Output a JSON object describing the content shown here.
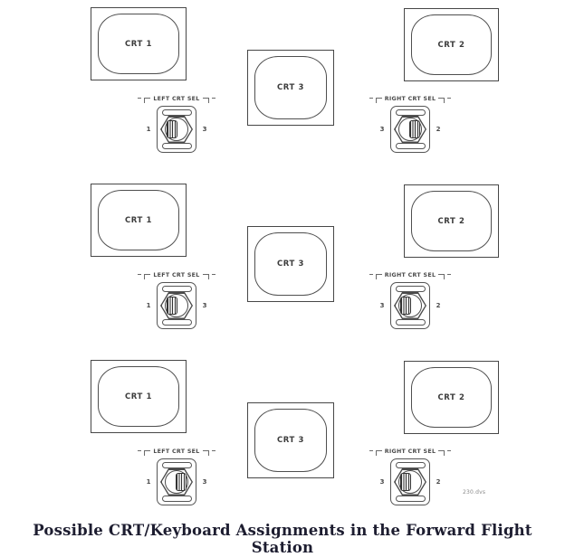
{
  "caption": "Possible CRT/Keyboard Assignments in the Forward Flight Station",
  "file_ref": "230.dvs",
  "colors": {
    "line": "#4a4a4a",
    "caption": "#1d1d30",
    "background": "#ffffff"
  },
  "rows": [
    {
      "crt1": "CRT 1",
      "crt3": "CRT 3",
      "crt2": "CRT 2",
      "left_sel": {
        "label": "LEFT CRT SEL",
        "pos_left": "1",
        "pos_right": "3",
        "pointer": "left",
        "selected": "1"
      },
      "right_sel": {
        "label": "RIGHT CRT SEL",
        "pos_left": "3",
        "pos_right": "2",
        "pointer": "right",
        "selected": "2"
      }
    },
    {
      "crt1": "CRT 1",
      "crt3": "CRT 3",
      "crt2": "CRT 2",
      "left_sel": {
        "label": "LEFT CRT SEL",
        "pos_left": "1",
        "pos_right": "3",
        "pointer": "left",
        "selected": "1"
      },
      "right_sel": {
        "label": "RIGHT CRT SEL",
        "pos_left": "3",
        "pos_right": "2",
        "pointer": "left",
        "selected": "3"
      }
    },
    {
      "crt1": "CRT 1",
      "crt3": "CRT 3",
      "crt2": "CRT 2",
      "left_sel": {
        "label": "LEFT CRT SEL",
        "pos_left": "1",
        "pos_right": "3",
        "pointer": "right",
        "selected": "3"
      },
      "right_sel": {
        "label": "RIGHT CRT SEL",
        "pos_left": "3",
        "pos_right": "2",
        "pointer": "left",
        "selected": "3"
      }
    }
  ]
}
